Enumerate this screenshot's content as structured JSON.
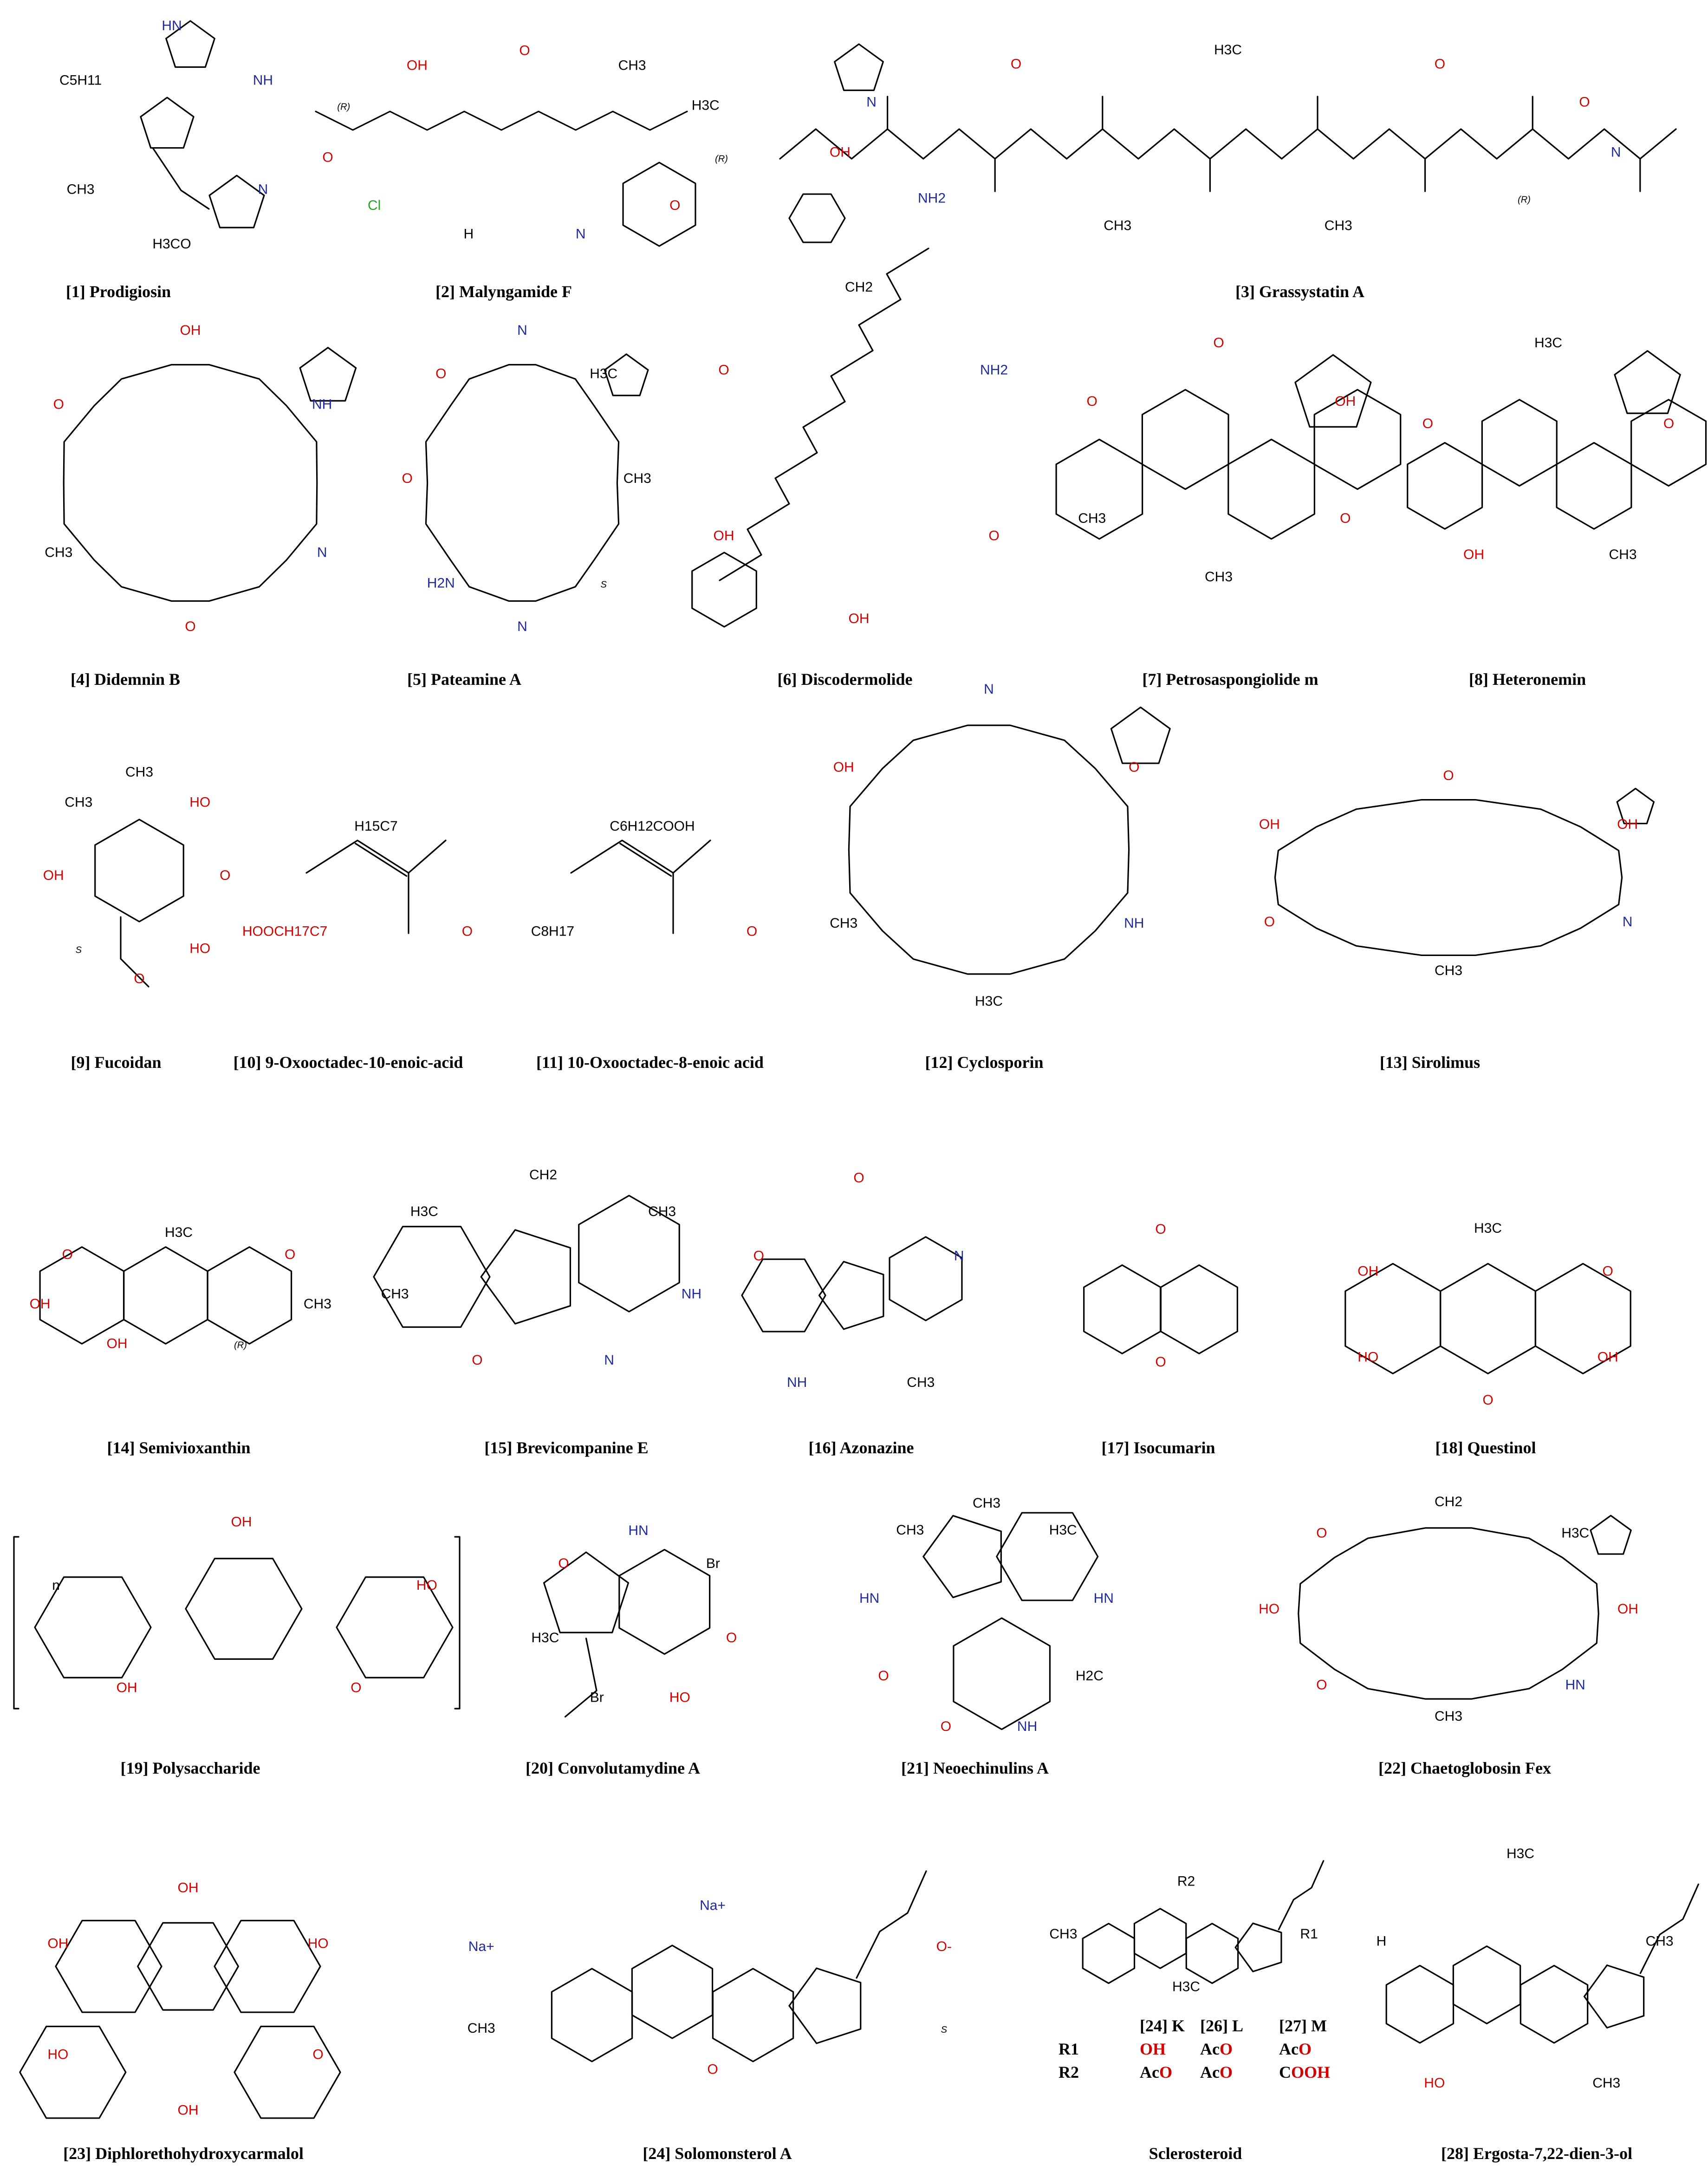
{
  "colors": {
    "oxygen": "#d40000",
    "nitrogen": "#1f2a9e",
    "sulfur": "#b3a000",
    "chlorine": "#27a027",
    "carbon": "#000000"
  },
  "compounds": [
    {
      "id": 1,
      "caption": "[1] Prodigiosin",
      "atoms": [
        "HN",
        "NH",
        "N",
        "H3CO",
        "CH3",
        "C5H11"
      ]
    },
    {
      "id": 2,
      "caption": "[2] Malyngamide F",
      "atoms": [
        "O",
        "CH3",
        "H3C",
        "(R)",
        "O",
        "N",
        "H",
        "Cl",
        "O",
        "(R)",
        "OH"
      ]
    },
    {
      "id": 3,
      "caption": "[3] Grassystatin A",
      "atoms": [
        "H3C",
        "O",
        "O",
        "N",
        "(R)",
        "CH3",
        "CH3",
        "NH2",
        "OH",
        "N",
        "O"
      ]
    },
    {
      "id": 4,
      "caption": "[4] Didemnin B",
      "atoms": [
        "OH",
        "NH",
        "N",
        "O",
        "CH3",
        "O"
      ]
    },
    {
      "id": 5,
      "caption": "[5] Pateamine A",
      "atoms": [
        "N",
        "H3C",
        "CH3",
        "S",
        "N",
        "H2N",
        "O",
        "O"
      ]
    },
    {
      "id": 6,
      "caption": "[6] Discodermolide",
      "atoms": [
        "CH2",
        "NH2",
        "O",
        "OH",
        "OH",
        "O"
      ]
    },
    {
      "id": 7,
      "caption": "[7] Petrosaspongiolide m",
      "atoms": [
        "O",
        "OH",
        "O",
        "CH3",
        "CH3",
        "O"
      ]
    },
    {
      "id": 8,
      "caption": "[8] Heteronemin",
      "atoms": [
        "H3C",
        "O",
        "CH3",
        "OH",
        "O"
      ]
    },
    {
      "id": 9,
      "caption": "[9] Fucoidan",
      "atoms": [
        "CH3",
        "HO",
        "O",
        "HO",
        "O",
        "S",
        "OH",
        "CH3"
      ]
    },
    {
      "id": 10,
      "caption": "[10] 9-Oxooctadec-10-enoic-acid",
      "atoms": [
        "H15C7",
        "O",
        "HOOCH17C7"
      ]
    },
    {
      "id": 11,
      "caption": "[11] 10-Oxooctadec-8-enoic acid",
      "atoms": [
        "C6H12COOH",
        "O",
        "C8H17"
      ]
    },
    {
      "id": 12,
      "caption": "[12] Cyclosporin",
      "atoms": [
        "N",
        "O",
        "NH",
        "H3C",
        "CH3",
        "OH"
      ]
    },
    {
      "id": 13,
      "caption": "[13] Sirolimus",
      "atoms": [
        "O",
        "OH",
        "N",
        "CH3",
        "O",
        "OH"
      ]
    },
    {
      "id": 14,
      "caption": "[14] Semivioxanthin",
      "atoms": [
        "H3C",
        "O",
        "CH3",
        "(R)",
        "OH",
        "OH",
        "O"
      ]
    },
    {
      "id": 15,
      "caption": "[15] Brevicompanine E",
      "atoms": [
        "CH2",
        "CH3",
        "NH",
        "N",
        "O",
        "CH3",
        "H3C"
      ]
    },
    {
      "id": 16,
      "caption": "[16] Azonazine",
      "atoms": [
        "O",
        "N",
        "CH3",
        "NH",
        "O"
      ]
    },
    {
      "id": 17,
      "caption": "[17] Isocumarin",
      "atoms": [
        "O",
        "O"
      ]
    },
    {
      "id": 18,
      "caption": "[18] Questinol",
      "atoms": [
        "H3C",
        "O",
        "OH",
        "O",
        "HO",
        "OH"
      ]
    },
    {
      "id": 19,
      "caption": "[19] Polysaccharide",
      "atoms": [
        "OH",
        "HO",
        "O",
        "OH",
        "n"
      ]
    },
    {
      "id": 20,
      "caption": "[20] Convolutamydine A",
      "atoms": [
        "HN",
        "Br",
        "O",
        "HO",
        "Br",
        "H3C",
        "O"
      ]
    },
    {
      "id": 21,
      "caption": "[21] Neoechinulins A",
      "atoms": [
        "CH3",
        "H3C",
        "HN",
        "H2C",
        "NH",
        "O",
        "O",
        "HN",
        "CH3"
      ]
    },
    {
      "id": 22,
      "caption": "[22] Chaetoglobosin Fex",
      "atoms": [
        "CH2",
        "H3C",
        "OH",
        "HN",
        "CH3",
        "O",
        "HO",
        "O"
      ]
    },
    {
      "id": 23,
      "caption": "[23] Diphlorethohydroxycarmalol",
      "atoms": [
        "OH",
        "HO",
        "O",
        "OH",
        "HO",
        "OH"
      ]
    },
    {
      "id": 24,
      "caption": "[24] Solomonsterol A",
      "atoms": [
        "Na+",
        "O-",
        "S",
        "O",
        "CH3",
        "Na+"
      ]
    },
    {
      "id": 25,
      "caption": "Sclerosteroid",
      "atoms": [
        "R2",
        "R1",
        "H3C",
        "CH3"
      ]
    },
    {
      "id": 28,
      "caption": "[28] Ergosta-7,22-dien-3-ol",
      "atoms": [
        "H3C",
        "CH3",
        "CH3",
        "HO",
        "H"
      ]
    }
  ],
  "sclerosteroid_table": {
    "headers": [
      "[24] K",
      "[26] L",
      "[27] M"
    ],
    "rows": [
      {
        "label": "R1",
        "values": [
          "OH",
          "AcO",
          "AcO"
        ]
      },
      {
        "label": "R2",
        "values": [
          "AcO",
          "AcO",
          "COOH"
        ]
      }
    ]
  }
}
